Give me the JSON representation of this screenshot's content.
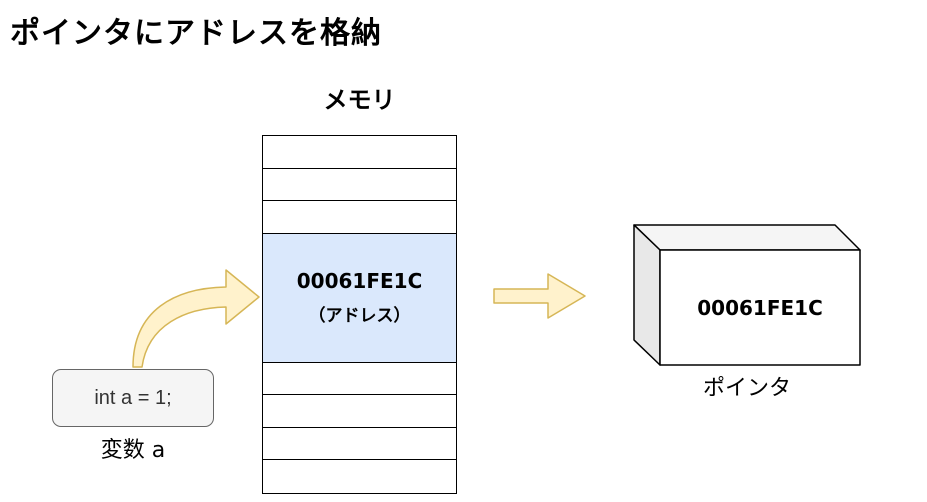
{
  "title": "ポインタにアドレスを格納",
  "memory": {
    "label": "メモリ",
    "address": "00061FE1C",
    "address_caption": "（アドレス）"
  },
  "variable": {
    "code": "int a = 1;",
    "label": "変数 a"
  },
  "pointer": {
    "value": "00061FE1C",
    "label": "ポインタ"
  },
  "colors": {
    "memory_highlight": "#dae8fc",
    "arrow_fill": "#fff2cc",
    "arrow_stroke": "#d6b656",
    "pointer_front": "#ffffff",
    "pointer_side": "#f0f0f0"
  }
}
